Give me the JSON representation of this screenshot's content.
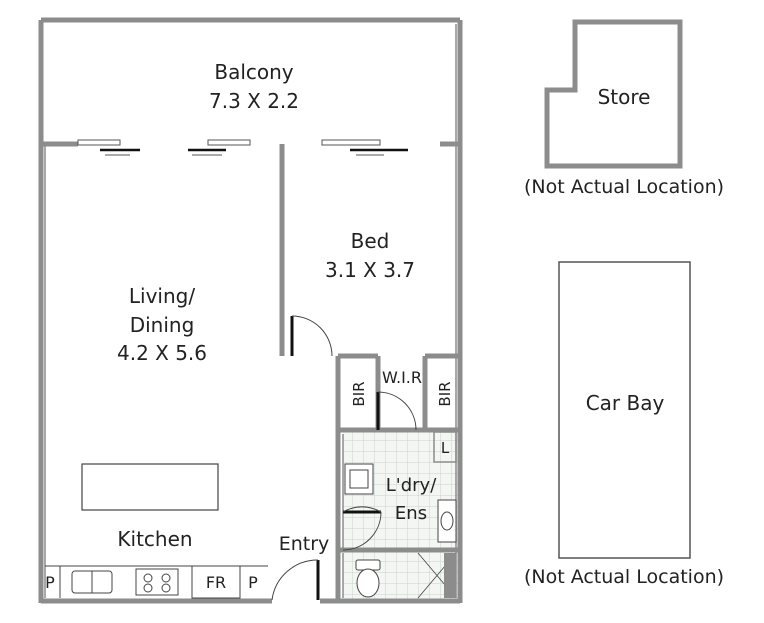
{
  "rooms": {
    "balcony": {
      "name": "Balcony",
      "size": "7.3 X 2.2"
    },
    "bed": {
      "name": "Bed",
      "size": "3.1 X 3.7"
    },
    "living": {
      "name_line1": "Living/",
      "name_line2": "Dining",
      "size": "4.2 X 5.6"
    },
    "kitchen": {
      "name": "Kitchen"
    },
    "entry": {
      "name": "Entry"
    },
    "wir": {
      "name": "W.I.R"
    },
    "bir_left": {
      "name": "BIR"
    },
    "bir_right": {
      "name": "BIR"
    },
    "laundry": {
      "name_line1": "L'dry/",
      "name_line2": "Ens"
    },
    "linen": {
      "name": "L"
    },
    "store": {
      "name": "Store",
      "note": "(Not Actual Location)"
    },
    "car_bay": {
      "name": "Car Bay",
      "note": "(Not Actual Location)"
    }
  },
  "fixtures": {
    "pantry_left": "P",
    "pantry_right": "P",
    "fridge": "FR"
  },
  "colors": {
    "wall": "#8c8c8c",
    "tile_line": "#c8d2c8",
    "background": "#ffffff"
  }
}
